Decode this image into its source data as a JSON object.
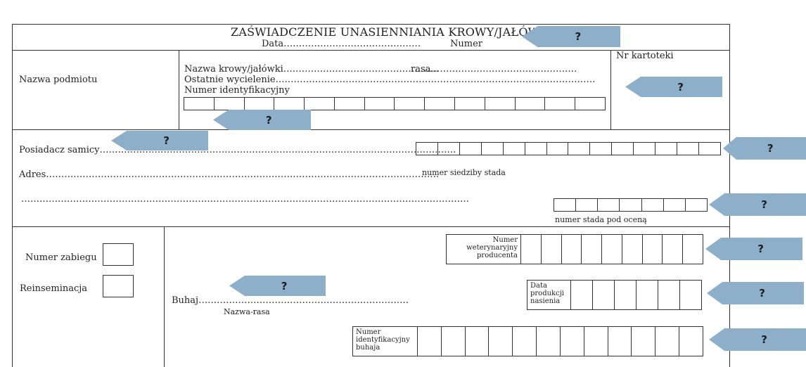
{
  "header": {
    "title": "ZAŚWIADCZENIE UNASIENNIANIA KROWY/JAŁÓWKI",
    "date_line": "Data………………………………………",
    "number_label": "Numer"
  },
  "section1": {
    "subject_label": "Nazwa podmiotu",
    "cow_name_line": "Nazwa krowy/jałówki……………………………………………",
    "breed_line": "rasa…………………………………………",
    "last_calving_line": "Ostatnie wycielenie……………………………………………………………………………………………",
    "id_number_label": "Numer  identyfikacyjny",
    "file_no_label": "Nr kartoteki"
  },
  "section2": {
    "owner_line": "Posiadacz samicy………………………………………………………………………………………………………",
    "address_line": "Adres…………………………………………………………………………………………………………………",
    "address_line2": "…………………………………………………………………………………………………………………………………",
    "herd_seat_label": "numer siedziby stada",
    "herd_eval_label": "numer stada pod oceną"
  },
  "section3": {
    "procedure_label": "Numer zabiegu",
    "reinsemination_label": "Reinseminacja",
    "bull_line": "Buhaj……………………………………………………………",
    "bull_sub_label": "Nazwa-rasa",
    "vet_producer_label": "Numer\nweterynaryjny\nproducenta",
    "semen_date_label": "Data\nprodukcji\nnasienia",
    "bull_id_label": "Numer\nidentyfikacyjny\nbuhaja"
  },
  "arrows": {
    "label": "?",
    "color": "#8eafc9"
  }
}
